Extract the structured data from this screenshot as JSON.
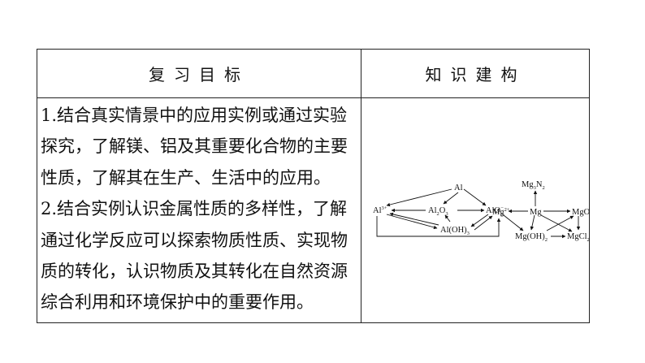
{
  "table": {
    "header_left": "复习目标",
    "header_right": "知识建构",
    "goals": [
      "1.结合真实情景中的应用实例或通过实验",
      "探究，了解镁、铝及其重要化合物的主要",
      "性质，了解其在生产、生活中的应用。",
      "2.结合实例认识金属性质的多样性，了解",
      "通过化学反应可以探索物质性质、实现物",
      "质的转化，认识物质及其转化在自然资源",
      "综合利用和环境保护中的重要作用。"
    ]
  },
  "diagram": {
    "al": {
      "al": "Al",
      "al3_base": "Al",
      "al3_sup": "3+",
      "al2o3_a": "Al",
      "al2o3_s1": "2",
      "al2o3_b": "O",
      "al2o3_s2": "3",
      "alo2_base": "AlO",
      "alo2_sup": "−",
      "alo2_sub": "2",
      "aloh3_base": "Al(OH)",
      "aloh3_sub": "3"
    },
    "mg": {
      "mg3n2_a": "Mg",
      "mg3n2_s1": "3",
      "mg3n2_b": "N",
      "mg3n2_s2": "2",
      "mg2_base": "Mg",
      "mg2_sup": "2+",
      "mg": "Mg",
      "mgo": "MgO",
      "mgoh2_base": "Mg(OH)",
      "mgoh2_sub": "2",
      "mgcl2_base": "MgCl",
      "mgcl2_sub": "2"
    }
  }
}
